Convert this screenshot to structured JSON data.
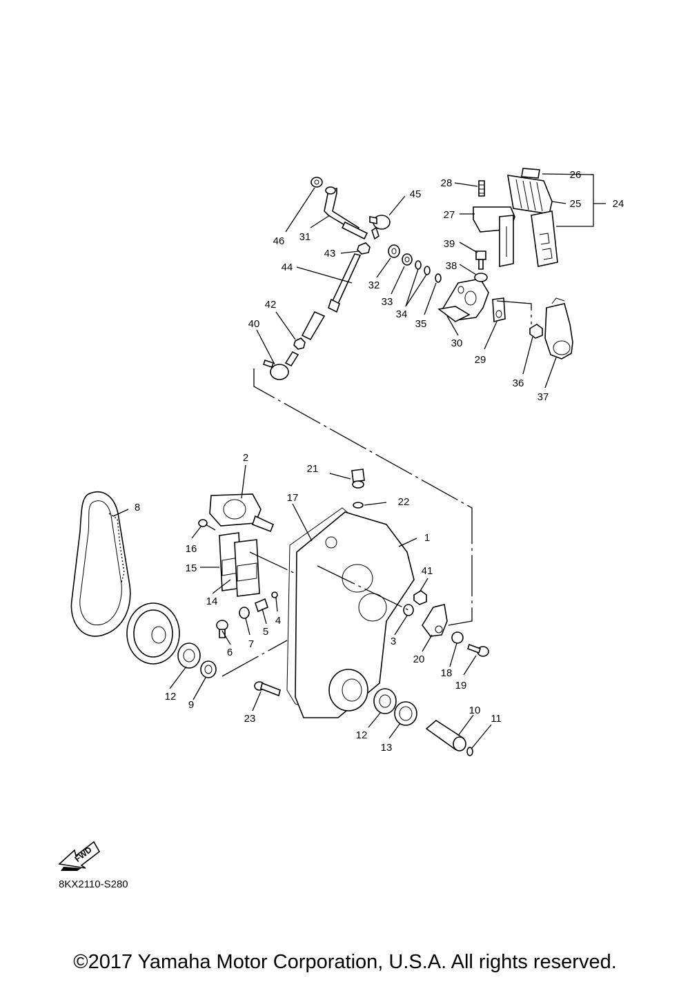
{
  "diagram": {
    "code": "8KX2110-S280",
    "fwd_label": "FWD",
    "copyright": "©2017 Yamaha Motor Corporation, U.S.A. All rights reserved.",
    "callouts": {
      "c1": "1",
      "c2": "2",
      "c3": "3",
      "c4": "4",
      "c5": "5",
      "c6": "6",
      "c7": "7",
      "c8": "8",
      "c9": "9",
      "c10": "10",
      "c11": "11",
      "c12a": "12",
      "c12b": "12",
      "c13": "13",
      "c14": "14",
      "c15": "15",
      "c16": "16",
      "c17": "17",
      "c18": "18",
      "c19": "19",
      "c20": "20",
      "c21": "21",
      "c22": "22",
      "c23": "23",
      "c24": "24",
      "c25": "25",
      "c26": "26",
      "c27": "27",
      "c28": "28",
      "c29": "29",
      "c30": "30",
      "c31": "31",
      "c32": "32",
      "c33": "33",
      "c34": "34",
      "c35": "35",
      "c36": "36",
      "c37": "37",
      "c38": "38",
      "c39": "39",
      "c40": "40",
      "c41": "41",
      "c42": "42",
      "c43": "43",
      "c44": "44",
      "c45": "45",
      "c46": "46"
    }
  }
}
